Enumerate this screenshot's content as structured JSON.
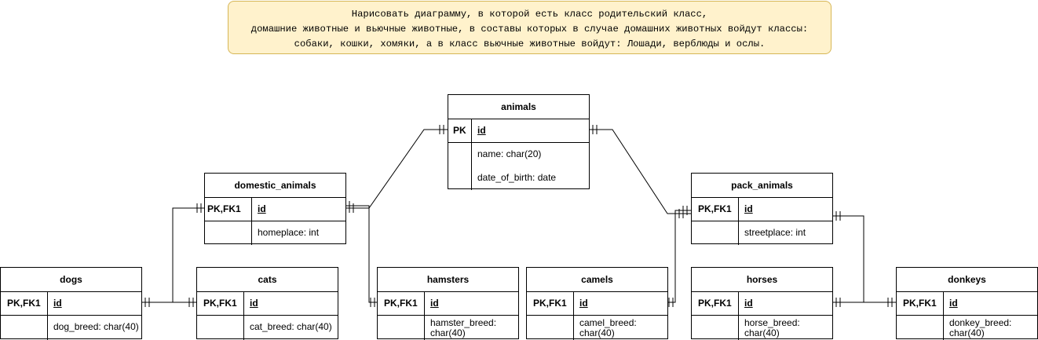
{
  "note": {
    "lines": [
      "Нарисовать диаграмму, в которой есть класс родительский класс,",
      "домашние животные и вьючные животные, в составы которых в случае домашних животных войдут классы:",
      "собаки, кошки, хомяки, а в класс вьючные животные войдут: Лошади, верблюды и ослы."
    ]
  },
  "entities": {
    "animals": {
      "title": "animals",
      "pk_label": "PK",
      "pk_field": "id",
      "fields": [
        "name: char(20)",
        "date_of_birth: date"
      ]
    },
    "domestic_animals": {
      "title": "domestic_animals",
      "pk_label": "PK,FK1",
      "pk_field": "id",
      "fields": [
        "homeplace: int"
      ]
    },
    "pack_animals": {
      "title": "pack_animals",
      "pk_label": "PK,FK1",
      "pk_field": "id",
      "fields": [
        "streetplace: int"
      ]
    },
    "dogs": {
      "title": "dogs",
      "pk_label": "PK,FK1",
      "pk_field": "id",
      "fields": [
        "dog_breed: char(40)"
      ]
    },
    "cats": {
      "title": "cats",
      "pk_label": "PK,FK1",
      "pk_field": "id",
      "fields": [
        "cat_breed: char(40)"
      ]
    },
    "hamsters": {
      "title": "hamsters",
      "pk_label": "PK,FK1",
      "pk_field": "id",
      "fields": [
        "hamster_breed:",
        "char(40)"
      ]
    },
    "camels": {
      "title": "camels",
      "pk_label": "PK,FK1",
      "pk_field": "id",
      "fields": [
        "camel_breed:",
        "char(40)"
      ]
    },
    "horses": {
      "title": "horses",
      "pk_label": "PK,FK1",
      "pk_field": "id",
      "fields": [
        "horse_breed:",
        "char(40)"
      ]
    },
    "donkeys": {
      "title": "donkeys",
      "pk_label": "PK,FK1",
      "pk_field": "id",
      "fields": [
        "donkey_breed:",
        "char(40)"
      ]
    }
  }
}
